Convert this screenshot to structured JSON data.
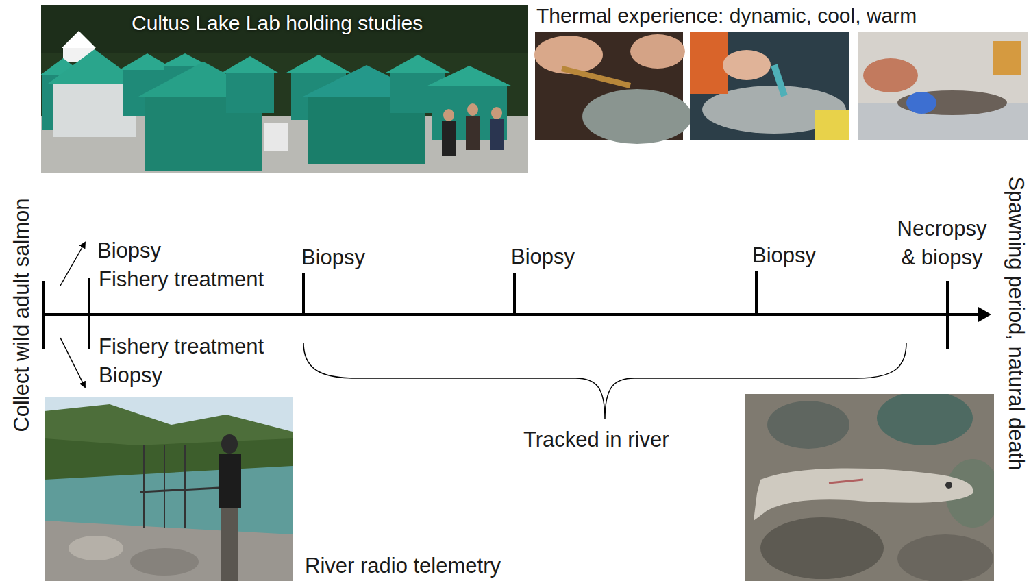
{
  "diagram": {
    "labels": [
      "Cultus Lake Lab holding studies",
      "Thermal experience: dynamic, cool, warm",
      "Collect wild adult salmon",
      "Biopsy",
      "Fishery treatment",
      "Biopsy",
      "Biopsy",
      "Biopsy",
      "Necropsy & biopsy",
      "Spawning period, natural death",
      "Fishery treatment",
      "Biopsy",
      "Tracked in river",
      "River radio telemetry"
    ]
  }
}
